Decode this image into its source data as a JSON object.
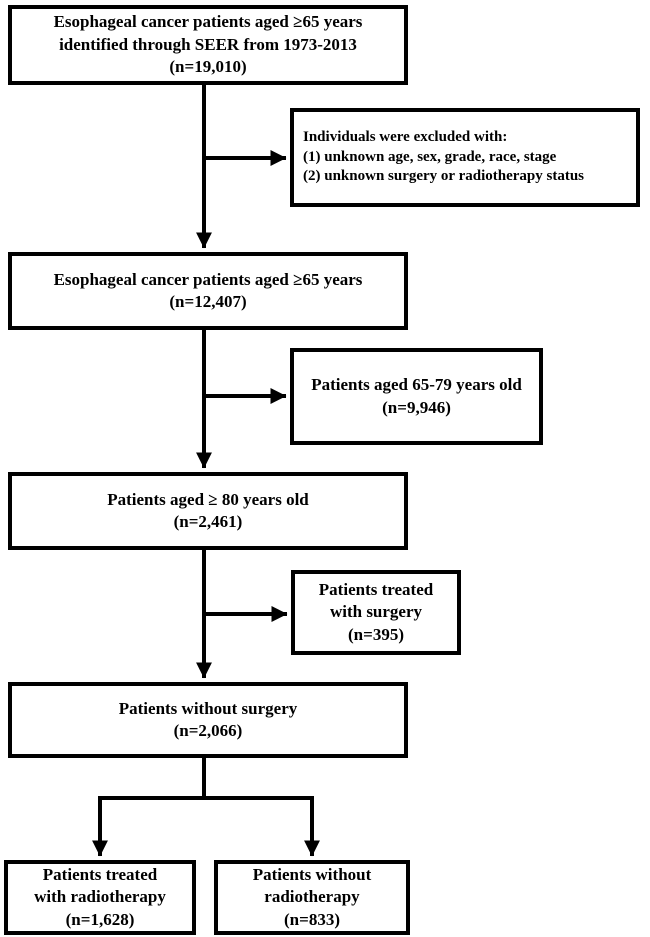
{
  "diagram": {
    "type": "flowchart",
    "colors": {
      "background": "#ffffff",
      "box_border": "#000000",
      "line": "#000000",
      "text": "#000000"
    },
    "nodes": [
      {
        "id": "seer-cohort",
        "text": "Esophageal cancer patients aged ≥65 years\nidentified through SEER from 1973-2013\n(n=19,010)"
      },
      {
        "id": "exclusion-criteria",
        "text": "Individuals were excluded with:\n(1) unknown age, sex, grade, race, stage\n(2) unknown surgery or radiotherapy status"
      },
      {
        "id": "aged-65-cohort",
        "text": "Esophageal cancer patients aged ≥65 years\n(n=12,407)"
      },
      {
        "id": "aged-65-79",
        "text": "Patients aged 65-79 years old\n(n=9,946)"
      },
      {
        "id": "aged-80",
        "text": "Patients aged ≥ 80 years old\n(n=2,461)"
      },
      {
        "id": "treated-surgery",
        "text": "Patients treated\nwith surgery\n(n=395)"
      },
      {
        "id": "without-surgery",
        "text": "Patients without surgery\n(n=2,066)"
      },
      {
        "id": "treated-radiotherapy",
        "text": "Patients treated\nwith radiotherapy\n(n=1,628)"
      },
      {
        "id": "without-radiotherapy",
        "text": "Patients without\nradiotherapy\n(n=833)"
      }
    ]
  }
}
